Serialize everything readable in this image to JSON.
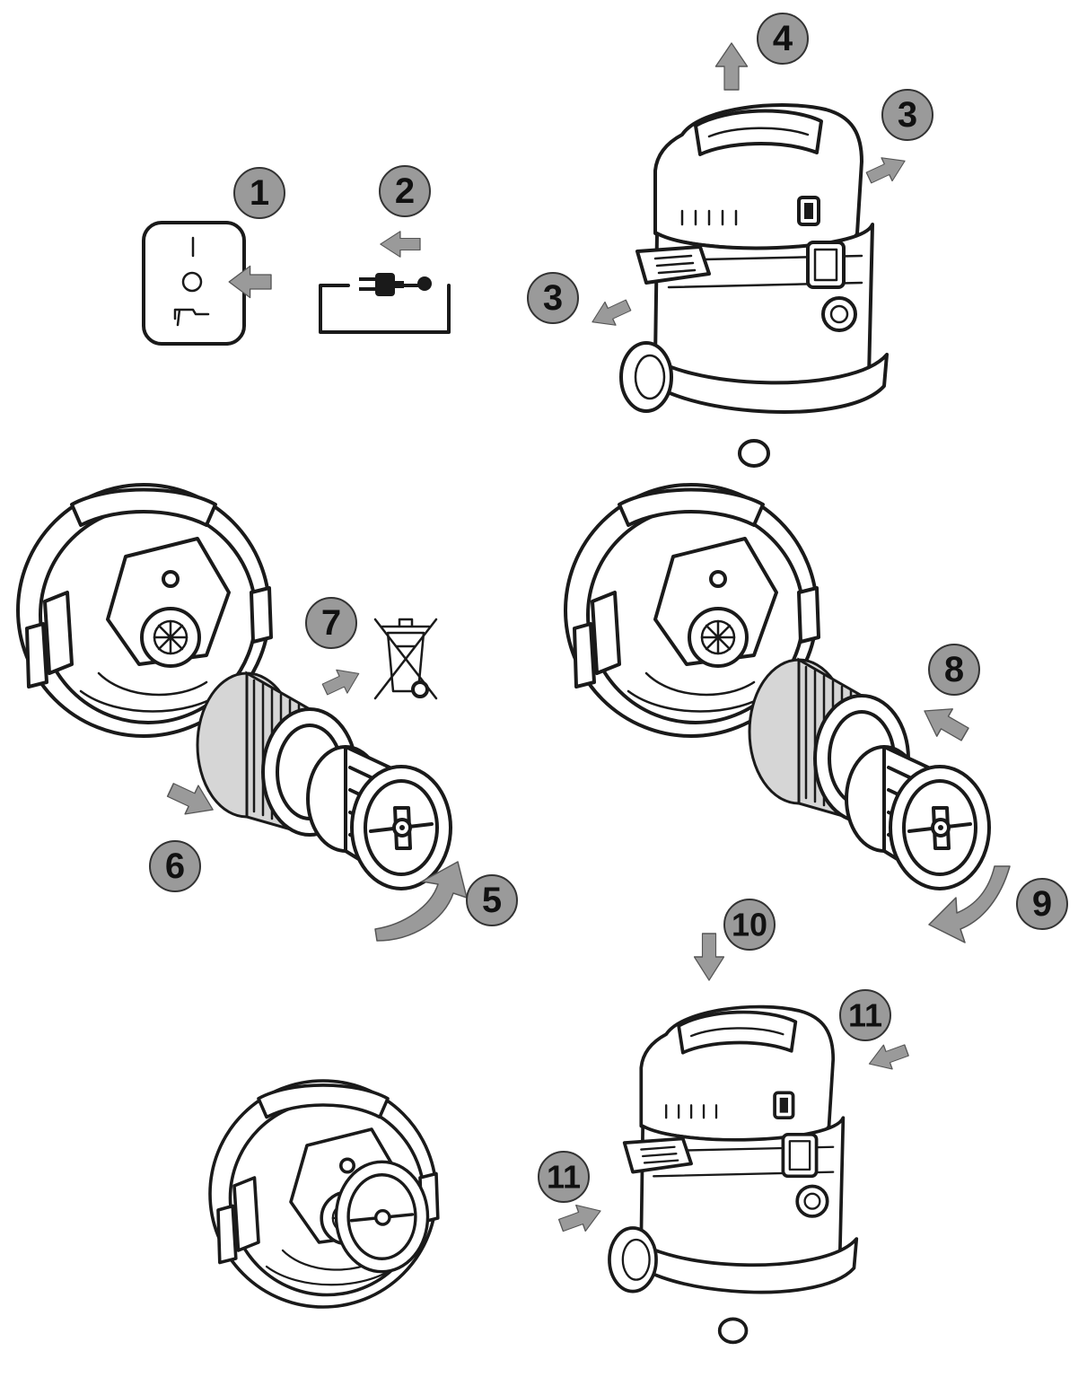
{
  "steps": [
    {
      "label": "1"
    },
    {
      "label": "2"
    },
    {
      "label": "3"
    },
    {
      "label": "3"
    },
    {
      "label": "4"
    },
    {
      "label": "5"
    },
    {
      "label": "6"
    },
    {
      "label": "7"
    },
    {
      "label": "8"
    },
    {
      "label": "9"
    },
    {
      "label": "10"
    },
    {
      "label": "11"
    },
    {
      "label": "11"
    }
  ],
  "icons": {
    "switch_panel": "power-switch-panel-icon",
    "plug": "power-plug-icon",
    "bin": "crossed-out-wheelie-bin-icon"
  },
  "colors": {
    "badge_fill": "#9a9a9a",
    "arrow_fill": "#9a9a9a",
    "line": "#1a1a1a"
  }
}
